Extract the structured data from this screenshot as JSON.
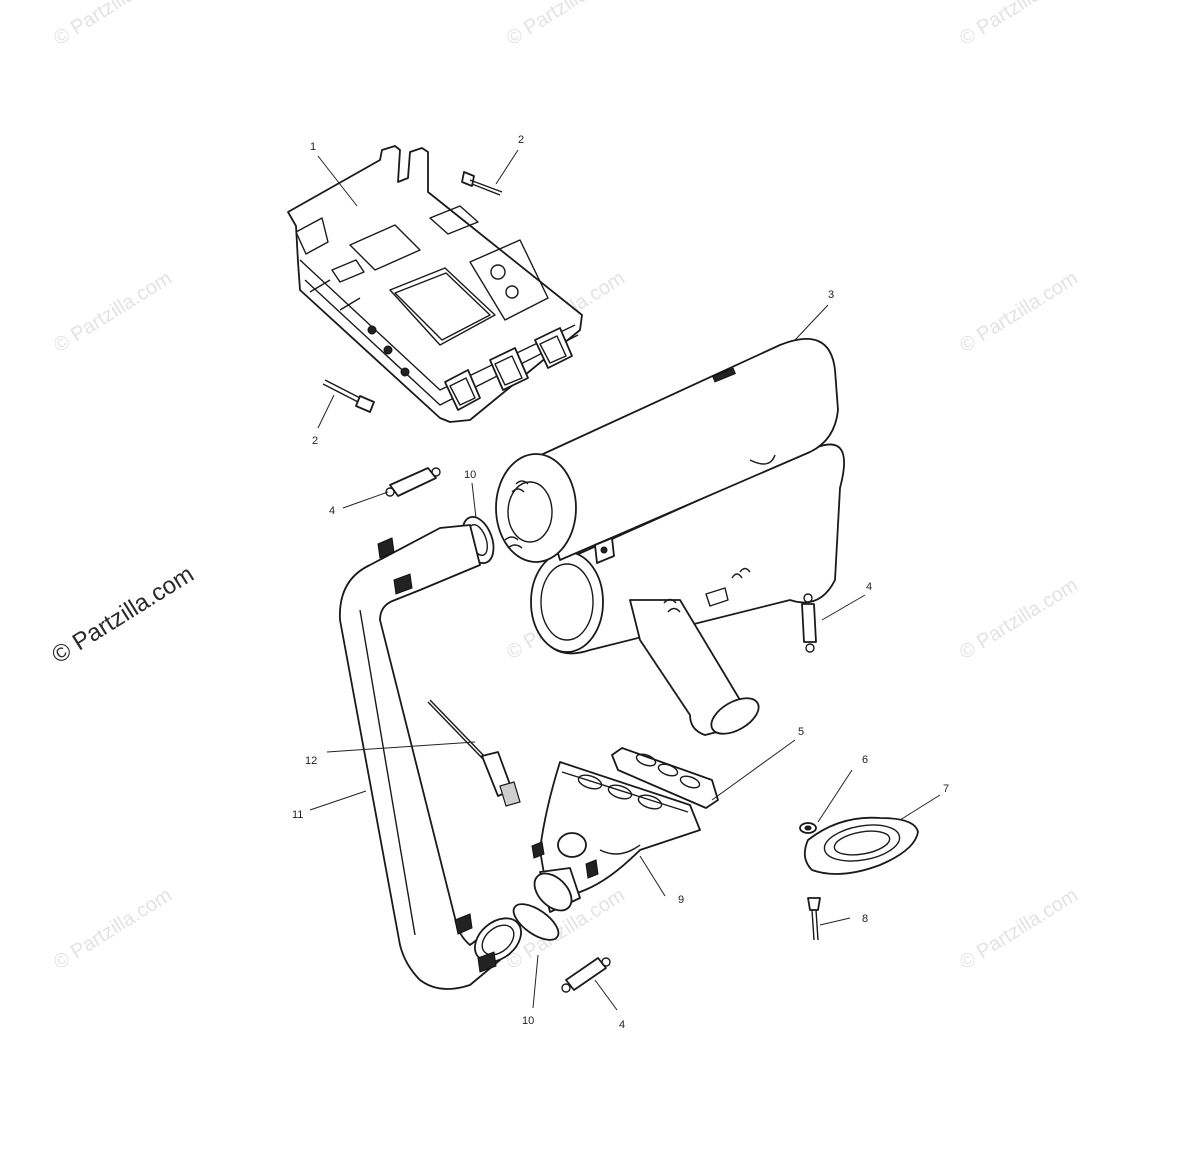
{
  "watermarks": {
    "text": "© Partzilla.com",
    "featured_text": "© Partzilla.com"
  },
  "diagram": {
    "callouts": [
      {
        "id": "c1",
        "label": "1"
      },
      {
        "id": "c2a",
        "label": "2"
      },
      {
        "id": "c2b",
        "label": "2"
      },
      {
        "id": "c3",
        "label": "3"
      },
      {
        "id": "c4a",
        "label": "4"
      },
      {
        "id": "c4b",
        "label": "4"
      },
      {
        "id": "c4c",
        "label": "4"
      },
      {
        "id": "c5",
        "label": "5"
      },
      {
        "id": "c6",
        "label": "6"
      },
      {
        "id": "c7",
        "label": "7"
      },
      {
        "id": "c8",
        "label": "8"
      },
      {
        "id": "c9",
        "label": "9"
      },
      {
        "id": "c10a",
        "label": "10"
      },
      {
        "id": "c10b",
        "label": "10"
      },
      {
        "id": "c11",
        "label": "11"
      },
      {
        "id": "c12",
        "label": "12"
      }
    ]
  }
}
